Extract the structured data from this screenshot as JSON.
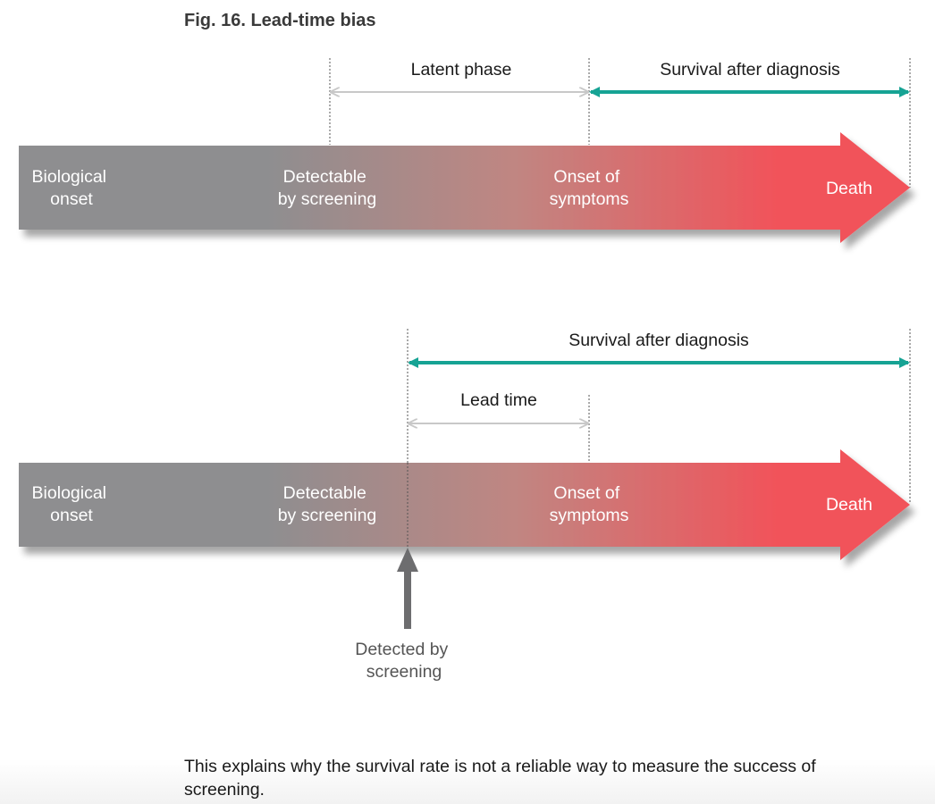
{
  "figure": {
    "title": "Fig. 16. Lead-time bias",
    "caption": "This explains why the survival rate is not a reliable way to measure the success of screening.",
    "colors": {
      "timeline_gray": "#8e8e90",
      "timeline_red": "#f1535a",
      "teal": "#16a394",
      "light_gray": "#c8c8c8",
      "detect_arrow": "#6d6d6f"
    }
  },
  "top": {
    "stages": {
      "biological_onset": [
        "Biological",
        "onset"
      ],
      "detectable": [
        "Detectable",
        "by screening"
      ],
      "onset_symptoms": [
        "Onset of",
        "symptoms"
      ],
      "death": "Death"
    },
    "latent_phase": "Latent phase",
    "survival": "Survival after diagnosis"
  },
  "bottom": {
    "stages": {
      "biological_onset": [
        "Biological",
        "onset"
      ],
      "detectable": [
        "Detectable",
        "by screening"
      ],
      "onset_symptoms": [
        "Onset of",
        "symptoms"
      ],
      "death": "Death"
    },
    "survival": "Survival after diagnosis",
    "lead_time": "Lead time",
    "detected": [
      "Detected by",
      "screening"
    ]
  }
}
